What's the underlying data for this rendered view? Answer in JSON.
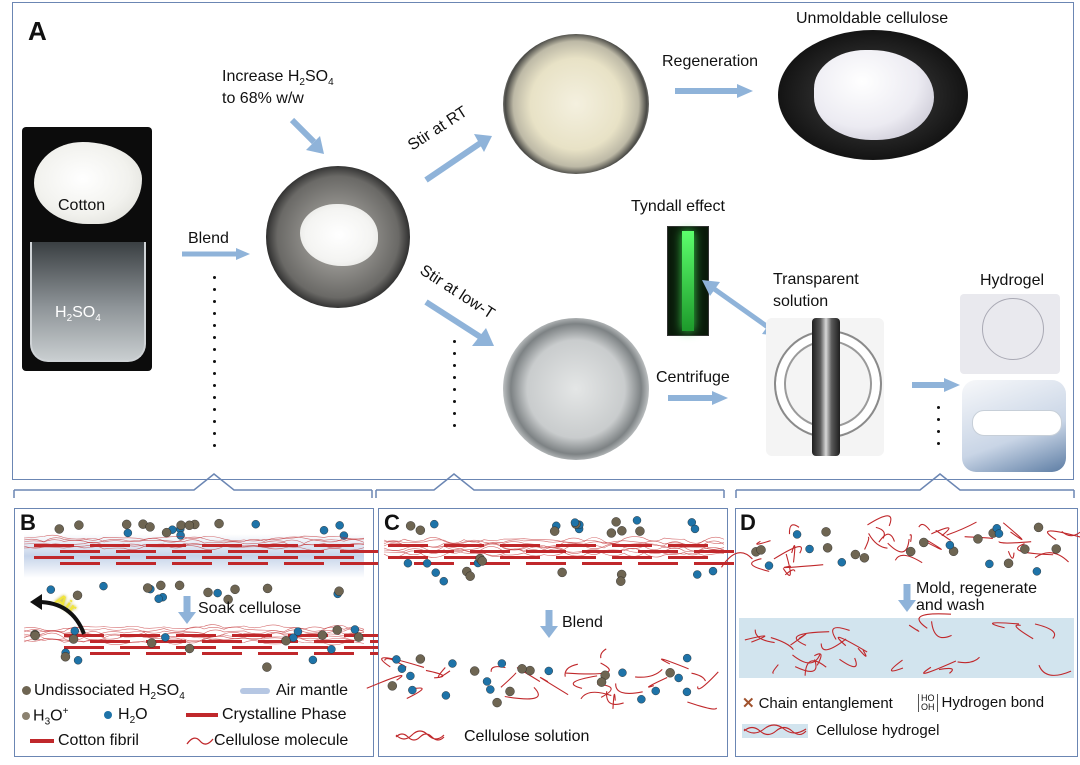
{
  "panel_a": {
    "letter": "A",
    "cotton_label": "Cotton",
    "acid_label_main": "H",
    "acid_sub1": "2",
    "acid_mid": "SO",
    "acid_sub2": "4",
    "blend_label": "Blend",
    "increase_line1_pre": "Increase H",
    "increase_sub1": "2",
    "increase_mid": "SO",
    "increase_sub2": "4",
    "increase_line2": "to 68% w/w",
    "stir_rt": "Stir at RT",
    "stir_lowt": "Stir at low-T",
    "regeneration": "Regeneration",
    "unmoldable": "Unmoldable  cellulose",
    "tyndall": "Tyndall effect",
    "transparent_1": "Transparent",
    "transparent_2": "solution",
    "centrifuge": "Centrifuge",
    "hydrogel": "Hydrogel"
  },
  "panel_b": {
    "letter": "B",
    "soak": "Soak cellulose",
    "air": "Air",
    "legend": {
      "undissociated_pre": "Undissociated H",
      "undissociated_sub1": "2",
      "undissociated_mid": "SO",
      "undissociated_sub2": "4",
      "air_mantle": "Air mantle",
      "h3o": "H",
      "h3o_sub": "3",
      "h3o_o": "O",
      "h3o_sup": "+",
      "h2o": "H",
      "h2o_sub": "2",
      "h2o_o": "O",
      "crystalline": "Crystalline Phase",
      "cotton_fibril": "Cotton fibril",
      "cellulose_molecule": "Cellulose molecule"
    }
  },
  "panel_c": {
    "letter": "C",
    "blend": "Blend",
    "legend_solution": "Cellulose solution"
  },
  "panel_d": {
    "letter": "D",
    "mold_1": "Mold, regenerate",
    "mold_2": "and wash",
    "chain": "Chain entanglement",
    "hbond": "Hydrogen bond",
    "hydrogel": "Cellulose hydrogel"
  },
  "colors": {
    "frame": "#6b86b3",
    "fiber_red": "#c0282b",
    "arrow_blue": "#8fb3d9",
    "h2o_blue": "#1e73a8",
    "acid_gray": "#6e6552",
    "hydrogel_band": "#d2e4ee",
    "tyndall_green": "#38d04a"
  }
}
